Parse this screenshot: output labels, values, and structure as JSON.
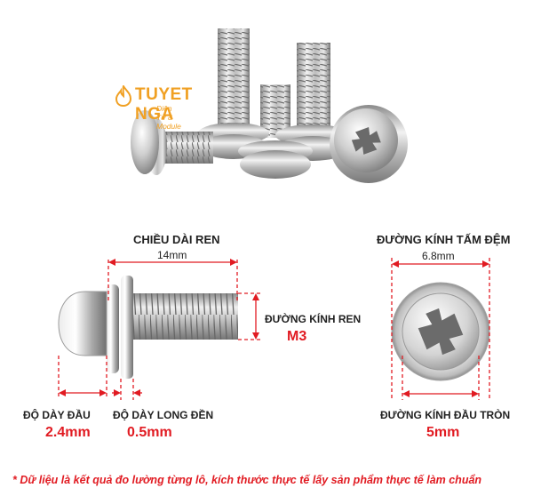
{
  "brand": {
    "name": "TUYET NGA",
    "tagline": "Điện Tử & Module"
  },
  "diagram": {
    "thread_length": {
      "label": "CHIỀU DÀI REN",
      "value": "14mm"
    },
    "thread_diameter": {
      "label": "ĐƯỜNG KÍNH REN",
      "value": "M3"
    },
    "head_thickness": {
      "label": "ĐỘ DÀY ĐẦU",
      "value": "2.4mm"
    },
    "washer_thickness": {
      "label": "ĐỘ DÀY LONG ĐỀN",
      "value": "0.5mm"
    },
    "washer_diameter": {
      "label": "ĐƯỜNG KÍNH TẤM ĐỆM",
      "value": "6.8mm"
    },
    "head_diameter": {
      "label": "ĐƯỜNG KÍNH ĐẦU TRÒN",
      "value": "5mm"
    }
  },
  "footnote": "* Dữ liệu là kết quả đo lường từng lô, kích thước thực tế lấy sản phẩm thực tế làm chuẩn",
  "colors": {
    "accent": "#e11b22",
    "brand": "#f0a023"
  }
}
